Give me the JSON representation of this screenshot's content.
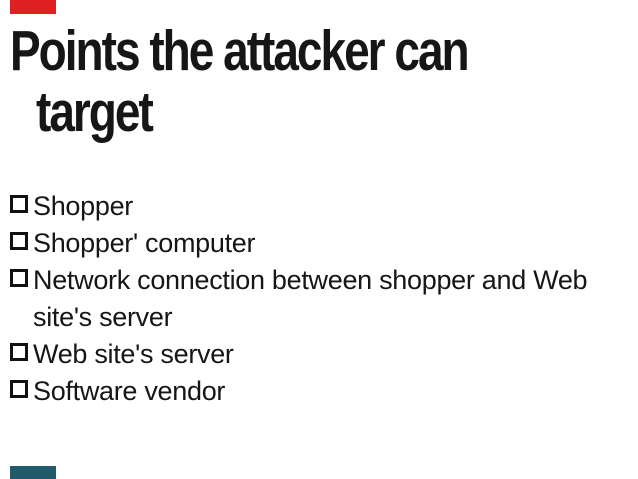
{
  "slide": {
    "title": {
      "line1": "Points the attacker can",
      "line2": "target"
    },
    "bullets": [
      "Shopper",
      "Shopper' computer",
      "Network connection between shopper and Web site's server",
      "Web site's server",
      "Software vendor"
    ],
    "bullet_icon": "ballot-box-square",
    "colors": {
      "accent_red": "#e02020",
      "accent_teal": "#215a68",
      "text": "#161616",
      "background": "#ffffff"
    }
  }
}
